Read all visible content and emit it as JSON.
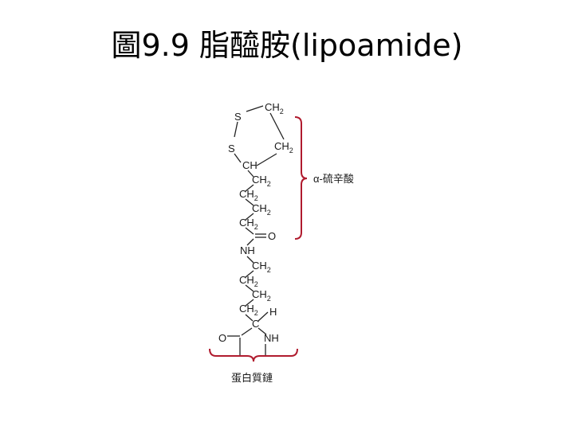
{
  "title": "圖9.9 脂醯胺(lipoamide)",
  "atoms": {
    "s1": "S",
    "s2": "S",
    "ch2_ring_top": "CH",
    "ch2_ring_right": "CH",
    "ch_branch": "CH",
    "chain": [
      "CH",
      "CH",
      "CH",
      "CH"
    ],
    "carbonyl_o": "O",
    "amide_nh": "NH",
    "lys_chain": [
      "CH",
      "CH",
      "CH",
      "CH"
    ],
    "h_atom": "H",
    "alpha_c": "C",
    "backbone_o": "O",
    "backbone_nh": "NH",
    "subscript_2": "2"
  },
  "labels": {
    "lipoic_acid": "α-硫辛酸",
    "protein_chain": "蛋白質鏈"
  },
  "colors": {
    "brace": "#b01b2e",
    "bond": "#222222"
  }
}
